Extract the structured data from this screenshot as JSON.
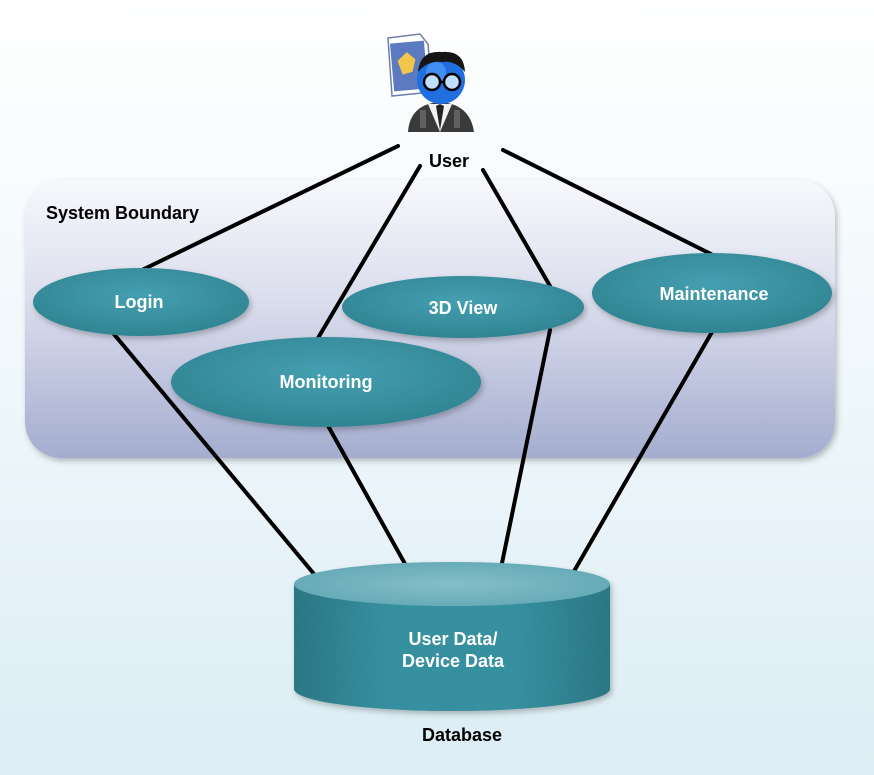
{
  "actor": {
    "label": "User",
    "icon": "user-avatar-icon"
  },
  "system_boundary": {
    "label": "System Boundary"
  },
  "use_cases": {
    "login": "Login",
    "monitoring": "Monitoring",
    "view3d": "3D View",
    "maintenance": "Maintenance"
  },
  "database": {
    "line1": "User Data/",
    "line2": "Device Data",
    "caption": "Database"
  },
  "colors": {
    "ellipse_fill": "#2d8ea0",
    "ellipse_dark": "#1f6f7f",
    "text_light": "#ffffff",
    "text_dark": "#000000",
    "connector": "#000000",
    "boundary_top": "#f6f7fb",
    "boundary_bottom": "#a6afd2"
  }
}
